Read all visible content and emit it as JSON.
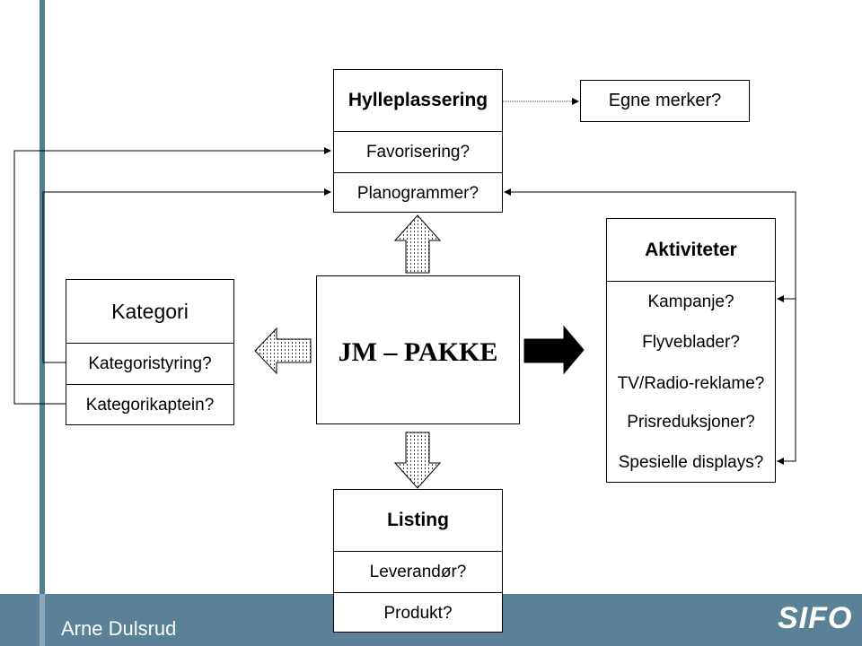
{
  "shelf": {
    "title": "Hylleplassering",
    "items": [
      "Favorisering?",
      "Planogrammer?"
    ]
  },
  "own_brands": {
    "label": "Egne merker?"
  },
  "category": {
    "title": "Kategori",
    "items": [
      "Kategoristyring?",
      "Kategorikaptein?"
    ]
  },
  "center": {
    "label": "JM – PAKKE"
  },
  "activities": {
    "title": "Aktiviteter",
    "items": [
      "Kampanje?",
      "Flyveblader?",
      "TV/Radio-reklame?",
      "Prisreduksjoner?",
      "Spesielle displays?"
    ]
  },
  "listing": {
    "title": "Listing",
    "items": [
      "Leverandør?",
      "Produkt?"
    ]
  },
  "footer": {
    "author": "Arne Dulsrud",
    "logo": "SIFO"
  },
  "colors": {
    "footer": "#5a8196",
    "accent_bar": "#4f7f95"
  }
}
